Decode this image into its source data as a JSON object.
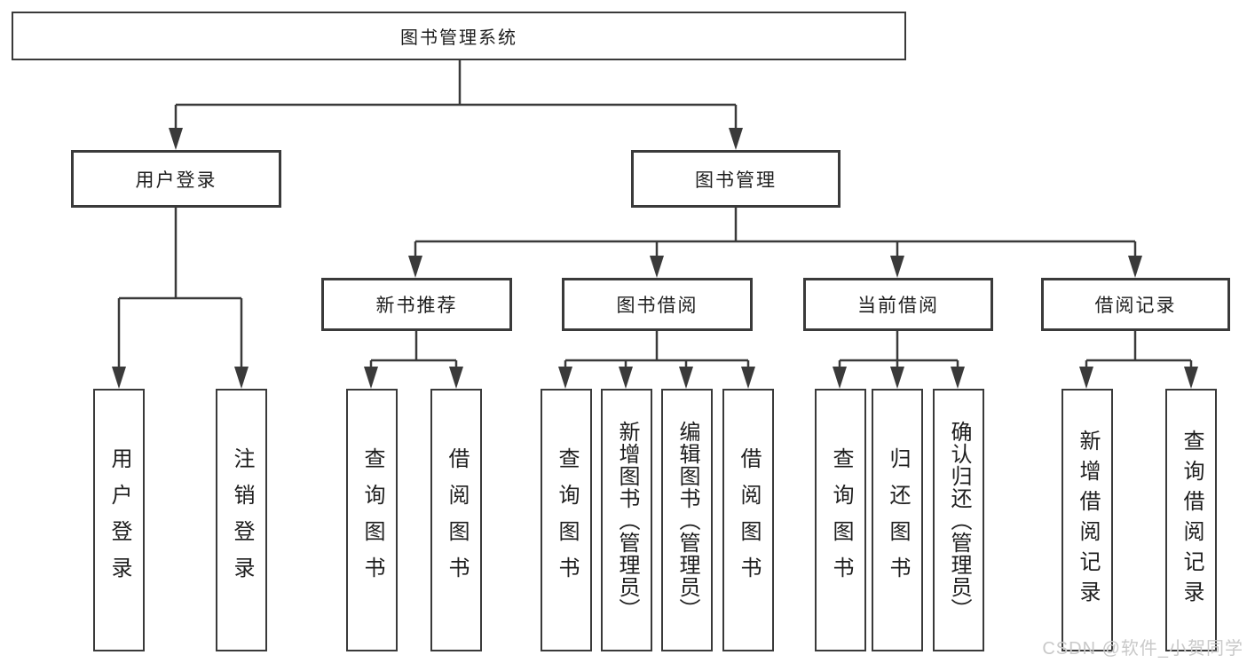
{
  "diagram": {
    "root": {
      "label": "图书管理系统"
    },
    "level2": [
      {
        "label": "用户登录"
      },
      {
        "label": "图书管理"
      }
    ],
    "level3": [
      {
        "label": "新书推荐"
      },
      {
        "label": "图书借阅"
      },
      {
        "label": "当前借阅"
      },
      {
        "label": "借阅记录"
      }
    ],
    "leaves": [
      {
        "label": "用户登录"
      },
      {
        "label": "注销登录"
      },
      {
        "label": "查询图书"
      },
      {
        "label": "借阅图书"
      },
      {
        "label": "查询图书"
      },
      {
        "label": "新增图书（管理员）"
      },
      {
        "label": "编辑图书（管理员）"
      },
      {
        "label": "借阅图书"
      },
      {
        "label": "查询图书"
      },
      {
        "label": "归还图书"
      },
      {
        "label": "确认归还（管理员）"
      },
      {
        "label": "新增借阅记录"
      },
      {
        "label": "查询借阅记录"
      }
    ],
    "edges": [
      {
        "from": "图书管理系统",
        "to": [
          "用户登录",
          "图书管理"
        ]
      },
      {
        "from": "用户登录",
        "to": [
          "用户登录",
          "注销登录"
        ]
      },
      {
        "from": "图书管理",
        "to": [
          "新书推荐",
          "图书借阅",
          "当前借阅",
          "借阅记录"
        ]
      },
      {
        "from": "新书推荐",
        "to": [
          "查询图书",
          "借阅图书"
        ]
      },
      {
        "from": "图书借阅",
        "to": [
          "查询图书",
          "新增图书（管理员）",
          "编辑图书（管理员）",
          "借阅图书"
        ]
      },
      {
        "from": "当前借阅",
        "to": [
          "查询图书",
          "归还图书",
          "确认归还（管理员）"
        ]
      },
      {
        "from": "借阅记录",
        "to": [
          "新增借阅记录",
          "查询借阅记录"
        ]
      }
    ],
    "watermark": "CSDN @软件_小贺同学",
    "colors": {
      "line": "#3a3a3a",
      "text": "#1e1e1e",
      "watermark": "#c9c9c9",
      "background": "#ffffff"
    }
  }
}
